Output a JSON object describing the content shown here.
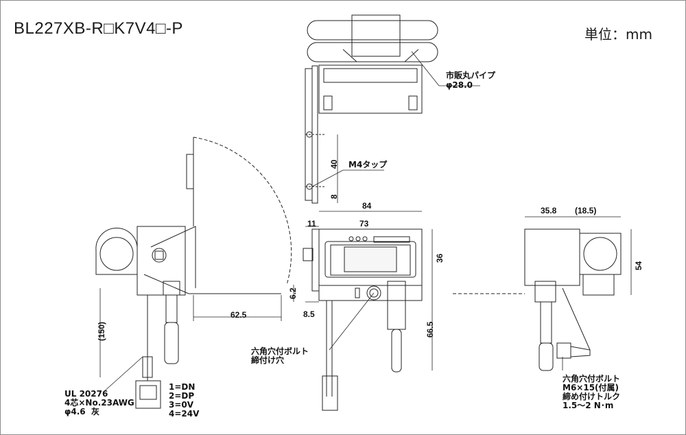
{
  "title": "BL227XB-R□K7V4□-P",
  "unit": "単位：mm",
  "notes": {
    "pipe": "市販丸パイプ",
    "pipe_diameter": "φ28.0",
    "m4_tap": "M4タップ",
    "hex_bolt_hole": "六角穴付ボルト\n締付け穴",
    "cable": "UL 20276\n4芯×No.23AWG\nφ4.6  灰",
    "pins": "1=DN\n2=DP\n3=0V\n4=24V",
    "hex_bolt": "六角穴付ボルト\nM6×15(付属)\n締め付けトルク\n1.5～2 N･m"
  },
  "dims": {
    "d40": "40",
    "d8": "8",
    "d84": "84",
    "d11": "11",
    "d73": "73",
    "d36": "36",
    "d6_2": "6.2",
    "d8_5": "8.5",
    "d66_5": "66.5",
    "d62_5": "62.5",
    "d150": "(150)",
    "d35_8": "35.8",
    "d18_5": "(18.5)",
    "d54": "54"
  }
}
